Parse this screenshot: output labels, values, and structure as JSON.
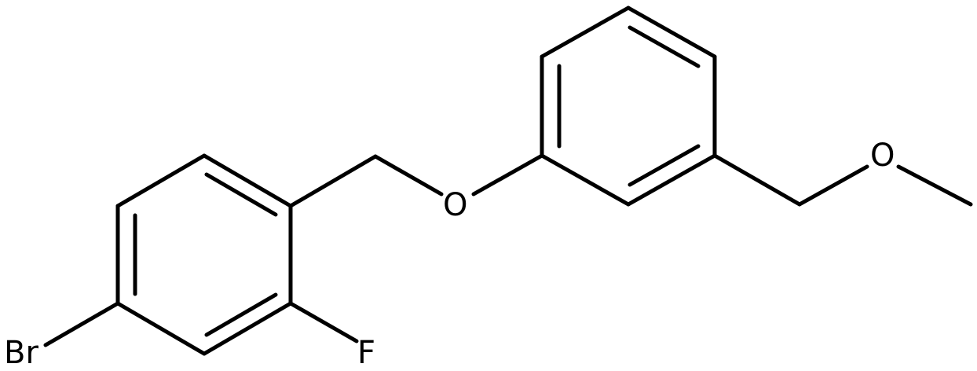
{
  "atoms": {
    "bromine": "Br",
    "fluorine": "F",
    "ether_oxygen": "O",
    "methoxy_oxygen": "O"
  },
  "colors": {
    "bond": "#000000",
    "label": "#000000",
    "background": "#ffffff"
  }
}
